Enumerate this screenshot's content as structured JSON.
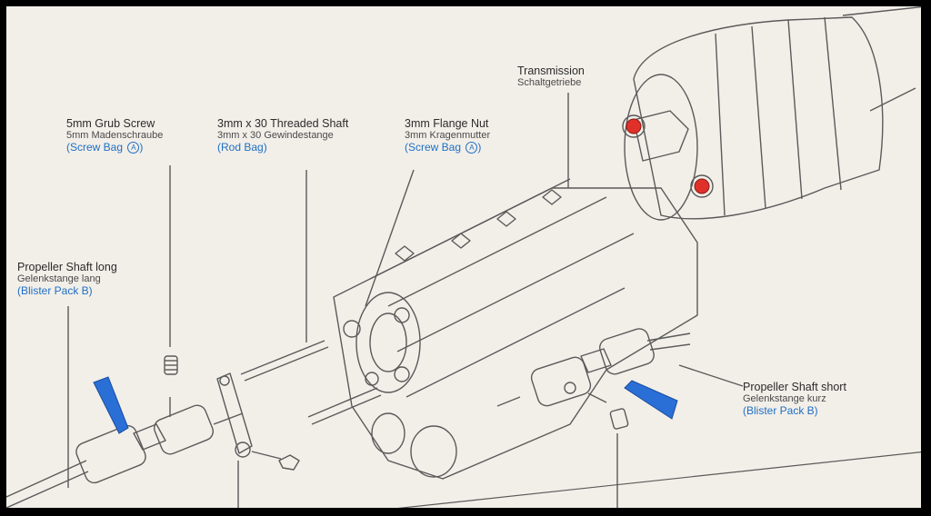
{
  "colors": {
    "paper": "#f2efe9",
    "ink": "#5a5a5a",
    "bag_text": "#1f6fc4",
    "grease": "#2a6fd6",
    "marker": "#e0302a"
  },
  "labels": {
    "transmission": {
      "en": "Transmission",
      "de": "Schaltgetriebe"
    },
    "grub_screw": {
      "en": "5mm Grub Screw",
      "de": "5mm Madenschraube",
      "bag": "(Screw Bag",
      "bag_letter": "A",
      "bag_close": ")"
    },
    "threaded_shaft": {
      "en": "3mm x 30 Threaded Shaft",
      "de": "3mm x 30 Gewindestange",
      "bag": "(Rod Bag)"
    },
    "flange_nut": {
      "en": "3mm Flange Nut",
      "de": "3mm Kragenmutter",
      "bag": "(Screw Bag",
      "bag_letter": "A",
      "bag_close": ")"
    },
    "prop_long": {
      "en": "Propeller Shaft long",
      "de": "Gelenkstange lang",
      "bag": "(Blister Pack B)"
    },
    "prop_short": {
      "en": "Propeller Shaft short",
      "de": "Gelenkstange kurz",
      "bag": "(Blister Pack B)"
    }
  }
}
